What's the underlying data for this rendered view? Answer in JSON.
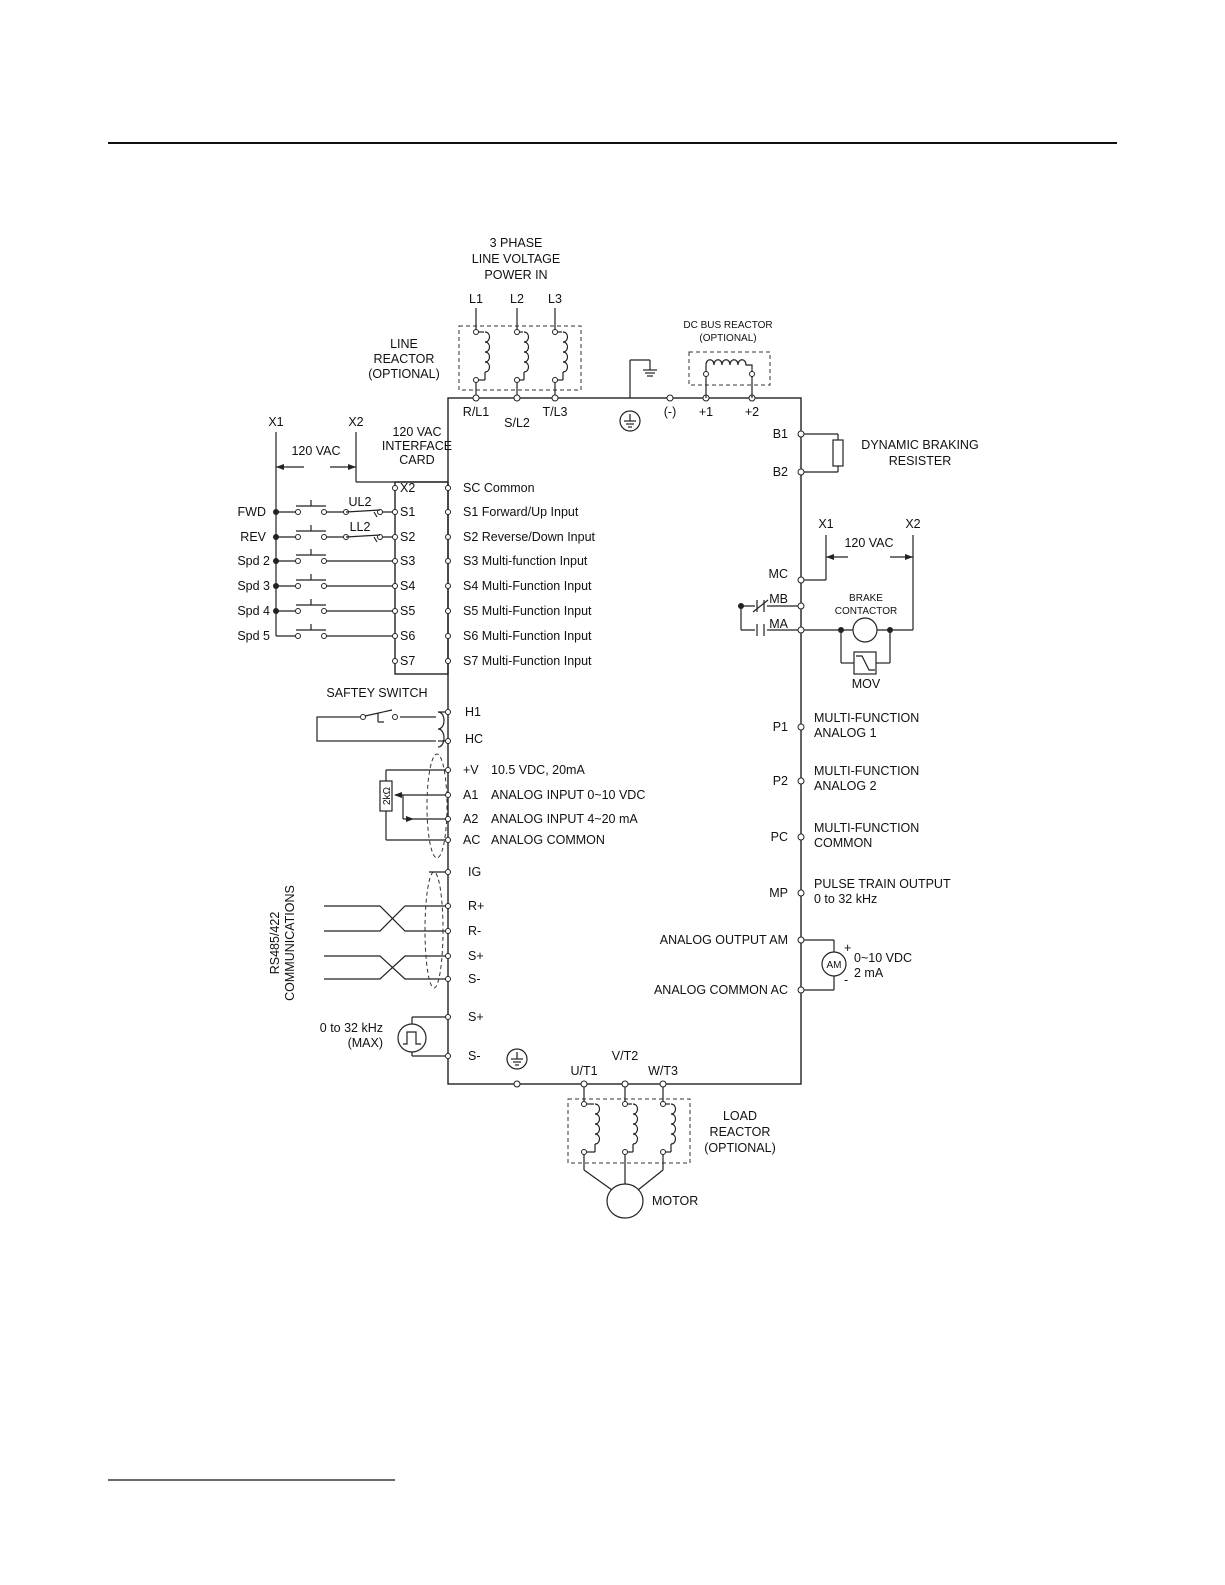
{
  "header_rule": true,
  "diagram": {
    "power_in": {
      "line1": "3 PHASE",
      "line2": "LINE VOLTAGE",
      "line3": "POWER IN"
    },
    "line_phases": [
      "L1",
      "L2",
      "L3"
    ],
    "line_reactor": {
      "line1": "LINE",
      "line2": "REACTOR",
      "line3": "(OPTIONAL)"
    },
    "dc_bus_reactor": {
      "line1": "DC BUS REACTOR",
      "line2": "(OPTIONAL)"
    },
    "top_terminals": [
      "R/L1",
      "S/L2",
      "T/L3",
      "(-)",
      "+1",
      "+2"
    ],
    "braking": {
      "b1": "B1",
      "b2": "B2",
      "line1": "DYNAMIC BRAKING",
      "line2": "RESISTER"
    },
    "interface_card": {
      "line1": "120 VAC",
      "line2": "INTERFACE",
      "line3": "CARD",
      "x1": "X1",
      "x2": "X2",
      "vac": "120 VAC"
    },
    "left_inputs": [
      "FWD",
      "REV",
      "Spd 2",
      "Spd 3",
      "Spd 4",
      "Spd 5"
    ],
    "limit_labels": [
      "UL2",
      "LL2"
    ],
    "card_terminals": [
      "X2",
      "S1",
      "S2",
      "S3",
      "S4",
      "S5",
      "S6",
      "S7"
    ],
    "terminal_descriptions": [
      "SC Common",
      "S1 Forward/Up Input",
      "S2 Reverse/Down Input",
      "S3 Multi-function Input",
      "S4 Multi-Function Input",
      "S5 Multi-Function Input",
      "S6 Multi-Function Input",
      "S7 Multi-Function Input"
    ],
    "safety_switch": {
      "label": "SAFTEY SWITCH",
      "h1": "H1",
      "hc": "HC"
    },
    "analog_inputs": [
      {
        "term": "+V",
        "desc": "10.5 VDC, 20mA"
      },
      {
        "term": "A1",
        "desc": "ANALOG INPUT 0~10 VDC"
      },
      {
        "term": "A2",
        "desc": "ANALOG INPUT 4~20 mA"
      },
      {
        "term": "AC",
        "desc": "ANALOG COMMON"
      }
    ],
    "pot_label": "2kΩ",
    "comms": {
      "line1": "RS485/422",
      "line2": "COMMUNICATIONS",
      "terminals": [
        "IG",
        "R+",
        "R-",
        "S+",
        "S-"
      ]
    },
    "pulse_in": {
      "line1": "0 to 32 kHz",
      "line2": "(MAX)",
      "terminals": [
        "S+",
        "S-"
      ]
    },
    "brake": {
      "x1": "X1",
      "x2": "X2",
      "vac": "120 VAC",
      "mc": "MC",
      "mb": "MB",
      "ma": "MA",
      "line1": "BRAKE",
      "line2": "CONTACTOR",
      "mov": "MOV"
    },
    "right_outputs": [
      {
        "term": "P1",
        "line1": "MULTI-FUNCTION",
        "line2": "ANALOG 1"
      },
      {
        "term": "P2",
        "line1": "MULTI-FUNCTION",
        "line2": "ANALOG 2"
      },
      {
        "term": "PC",
        "line1": "MULTI-FUNCTION",
        "line2": "COMMON"
      },
      {
        "term": "MP",
        "line1": "PULSE TRAIN OUTPUT",
        "line2": "0 to 32 kHz"
      }
    ],
    "analog_output": {
      "am": "ANALOG OUTPUT AM",
      "ac": "ANALOG COMMON AC",
      "meter": "AM",
      "plus": "+",
      "minus": "-",
      "range": "0~10 VDC",
      "current": "2 mA"
    },
    "output_terminals": [
      "U/T1",
      "V/T2",
      "W/T3"
    ],
    "load_reactor": {
      "line1": "LOAD",
      "line2": "REACTOR",
      "line3": "(OPTIONAL)"
    },
    "motor": "MOTOR"
  }
}
